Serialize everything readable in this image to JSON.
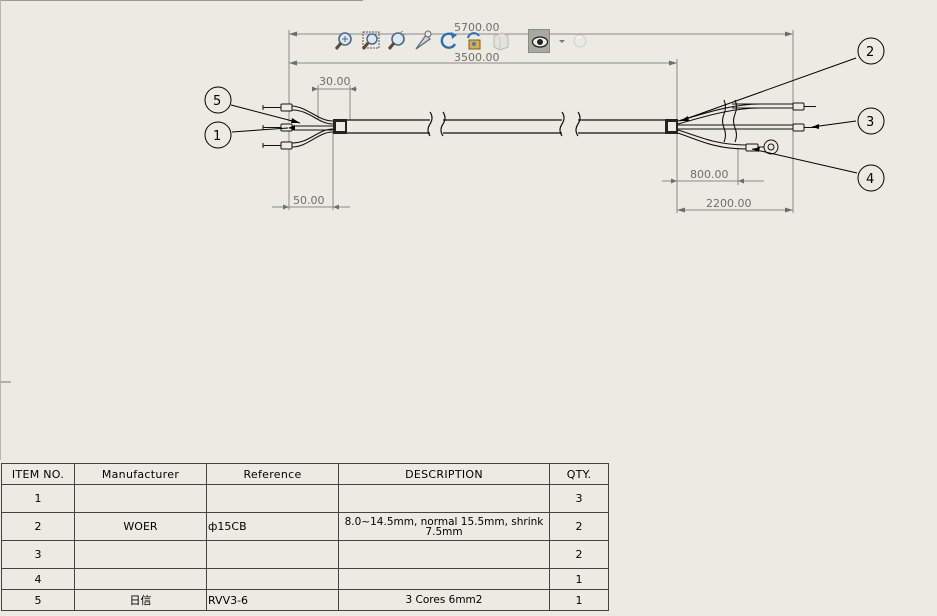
{
  "toolbar": {
    "buttons": [
      {
        "name": "zoom-to-fit-icon"
      },
      {
        "name": "zoom-to-area-icon"
      },
      {
        "name": "zoom-in-out-icon"
      },
      {
        "name": "select-icon"
      },
      {
        "name": "rotate-view-icon"
      },
      {
        "name": "pan-rebuild-icon"
      },
      {
        "name": "display-style-icon"
      },
      {
        "name": "hide-show-items-icon"
      },
      {
        "name": "apply-scene-icon"
      }
    ]
  },
  "drawing": {
    "dimensions": {
      "overall_length": "5700.00",
      "cable_length": "3500.00",
      "left_breakout_tip": "30.00",
      "left_breakout": "50.00",
      "right_branch": "800.00",
      "right_breakout": "2200.00"
    },
    "balloons": [
      "5",
      "1",
      "2",
      "3",
      "4"
    ]
  },
  "bom": {
    "headers": [
      "ITEM NO.",
      "Manufacturer",
      "Reference",
      "DESCRIPTION",
      "QTY."
    ],
    "rows": [
      {
        "item": "1",
        "manufacturer": "",
        "reference": "",
        "description_line1": "",
        "description_line2": "",
        "qty": "3"
      },
      {
        "item": "2",
        "manufacturer": "WOER",
        "reference": "ф15CB",
        "description_line1": "8.0~14.5mm, normal 15.5mm, shrink",
        "description_line2": "7.5mm",
        "qty": "2"
      },
      {
        "item": "3",
        "manufacturer": "",
        "reference": "",
        "description_line1": "",
        "description_line2": "",
        "qty": "2"
      },
      {
        "item": "4",
        "manufacturer": "",
        "reference": "",
        "description_line1": "",
        "description_line2": "",
        "qty": "1"
      },
      {
        "item": "5",
        "manufacturer": "日信",
        "reference": "RVV3-6",
        "description_line1": "3 Cores 6mm2",
        "description_line2": "",
        "qty": "1"
      }
    ]
  }
}
